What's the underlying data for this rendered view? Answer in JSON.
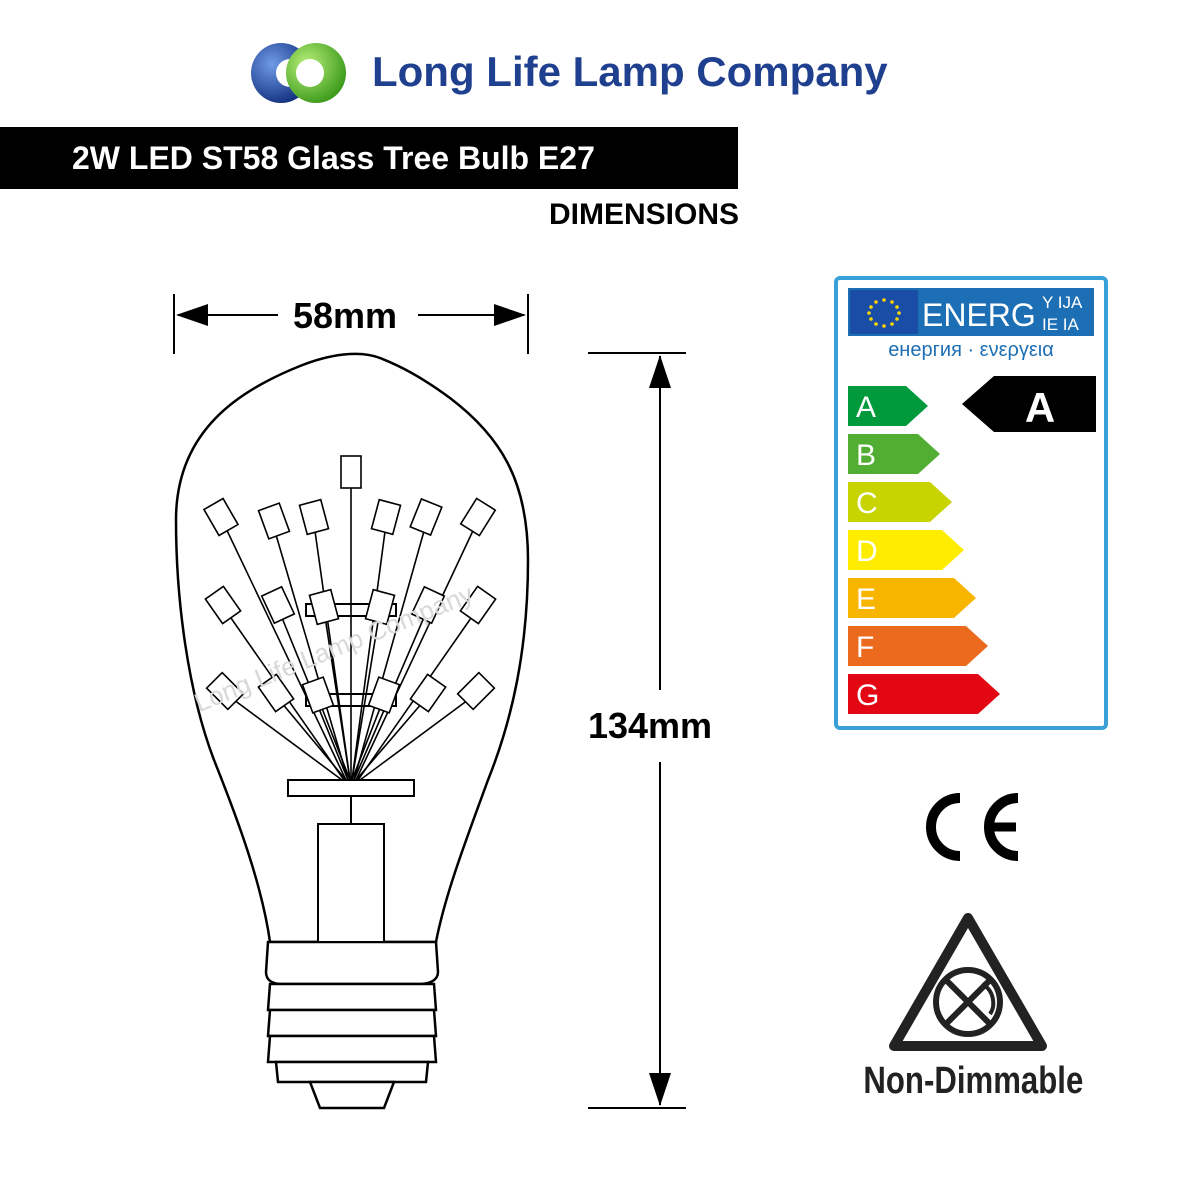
{
  "brand": {
    "name": "Long Life Lamp Company",
    "logo_colors": [
      "#1f3f8f",
      "#4caf2a"
    ]
  },
  "product": {
    "title": "2W LED ST58 Glass Tree Bulb E27",
    "section": "DIMENSIONS"
  },
  "dimensions": {
    "width_label": "58mm",
    "height_label": "134mm"
  },
  "watermark": "Long Life Lamp Company",
  "energy_label": {
    "header": "ENERG",
    "header_suffix_top": "Y IJA",
    "header_suffix_bottom": "IE IA",
    "subtitle": "енергия · ενεργεια",
    "rating": "A",
    "classes": [
      {
        "letter": "A",
        "color": "#009a3d"
      },
      {
        "letter": "B",
        "color": "#52ae32"
      },
      {
        "letter": "C",
        "color": "#c8d400"
      },
      {
        "letter": "D",
        "color": "#ffed00"
      },
      {
        "letter": "E",
        "color": "#f7b500"
      },
      {
        "letter": "F",
        "color": "#ec6a1e"
      },
      {
        "letter": "G",
        "color": "#e30613"
      }
    ],
    "frame_color": "#3aa0d8",
    "header_color": "#1d6fb5"
  },
  "certifications": {
    "ce": "CE",
    "non_dimmable": "Non-Dimmable"
  }
}
